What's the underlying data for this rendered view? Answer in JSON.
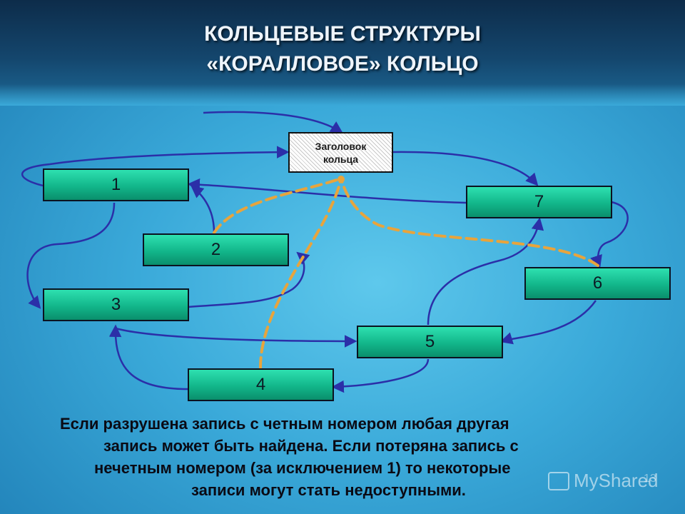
{
  "title_line1": "КОЛЬЦЕВЫЕ СТРУКТУРЫ",
  "title_line2": "«КОРАЛЛОВОЕ» КОЛЬЦО",
  "ring_header": {
    "line1": "Заголовок",
    "line2": "кольца"
  },
  "nodes": [
    "1",
    "2",
    "3",
    "4",
    "5",
    "6",
    "7"
  ],
  "caption_lines": [
    "Если разрушена запись с четным номером любая другая",
    "запись может быть найдена. Если потеряна запись с",
    "нечетным номером (за исключением 1) то некоторые",
    "записи могут стать недоступными."
  ],
  "watermark": "MyShared",
  "page_number": "13",
  "colors": {
    "node_fill": "#12b68a",
    "solid_link": "#2b2fa8",
    "dashed_link": "#e8a43c",
    "background": "#3aa9d9"
  }
}
